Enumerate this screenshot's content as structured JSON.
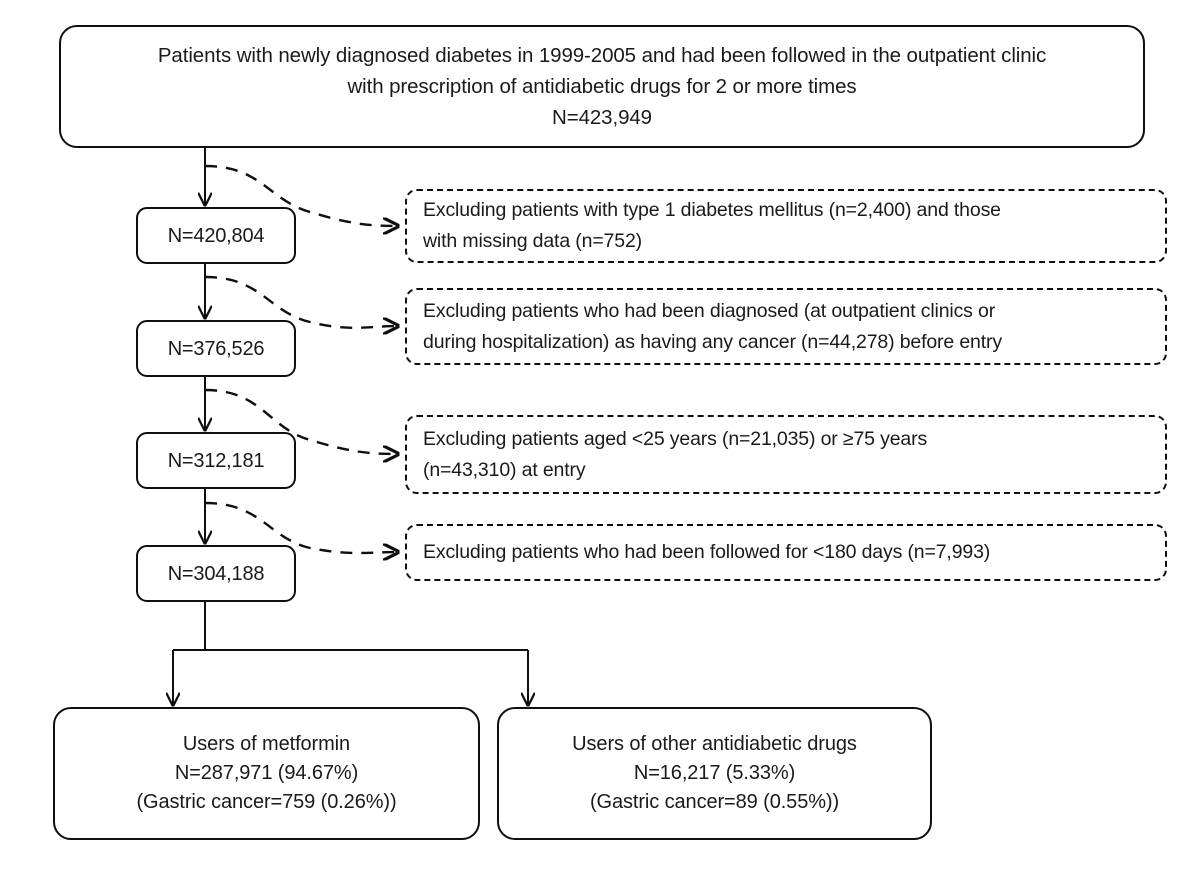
{
  "figure": {
    "kind": "study-selection-flowchart",
    "colors": {
      "line": "#0f0f0f",
      "box_fill": "#ffffff",
      "text": "#1a1a1a",
      "background": "#ffffff"
    }
  },
  "nodes": {
    "cohort_source": {
      "text": "Patients with newly diagnosed diabetes in 1999-2005 and had been followed in the outpatient clinic\nwith prescription of antidiabetic drugs for 2 or more times\nN=423,949"
    },
    "counts": [
      {
        "label": "N=420,804"
      },
      {
        "label": "N=376,526"
      },
      {
        "label": "N=312,181"
      },
      {
        "label": "N=304,188"
      }
    ],
    "exclusions": [
      {
        "text": "Excluding patients with type 1 diabetes mellitus (n=2,400) and those\nwith missing data (n=752)"
      },
      {
        "text": "Excluding patients who had been diagnosed (at outpatient clinics or\nduring hospitalization) as having any cancer (n=44,278) before entry"
      },
      {
        "text": "Excluding patients aged <25 years (n=21,035) or ≥75 years\n(n=43,310) at entry"
      },
      {
        "text": "Excluding patients who had been followed for <180 days (n=7,993)"
      }
    ],
    "outcomes": [
      {
        "text": "Users of metformin\nN=287,971 (94.67%)\n(Gastric cancer=759 (0.26%))"
      },
      {
        "text": "Users of other antidiabetic drugs\nN=16,217 (5.33%)\n(Gastric cancer=89 (0.55%))"
      }
    ]
  },
  "connectors": {
    "solid_arrow_name": "solid-arrow-connector",
    "dashed_arrow_name": "dashed-arrow-connector",
    "split_name": "split-branch-connector"
  }
}
